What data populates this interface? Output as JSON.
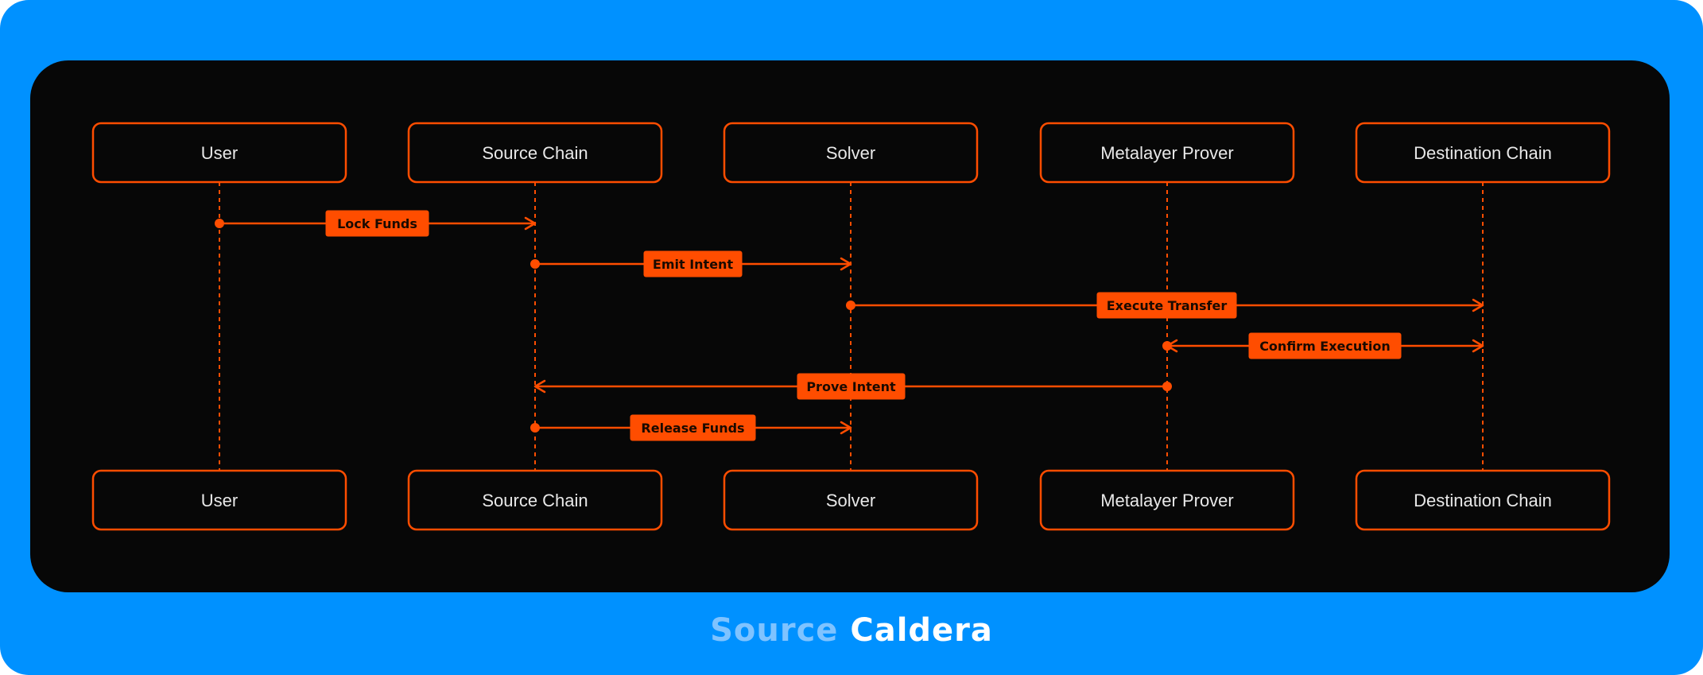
{
  "colors": {
    "background": "#0091ff",
    "panel": "#070707",
    "accent": "#ff4d00",
    "participant_text": "#e8e8e8",
    "label_text": "#1a0a00"
  },
  "participants": [
    {
      "id": "user",
      "label": "User"
    },
    {
      "id": "source",
      "label": "Source Chain"
    },
    {
      "id": "solver",
      "label": "Solver"
    },
    {
      "id": "prover",
      "label": "Metalayer Prover"
    },
    {
      "id": "dest",
      "label": "Destination Chain"
    }
  ],
  "messages": [
    {
      "from": "user",
      "to": "source",
      "label": "Lock Funds",
      "bidirectional": false
    },
    {
      "from": "source",
      "to": "solver",
      "label": "Emit Intent",
      "bidirectional": false
    },
    {
      "from": "solver",
      "to": "dest",
      "label": "Execute Transfer",
      "bidirectional": false
    },
    {
      "from": "prover",
      "to": "dest",
      "label": "Confirm Execution",
      "bidirectional": true
    },
    {
      "from": "prover",
      "to": "source",
      "label": "Prove Intent",
      "bidirectional": false
    },
    {
      "from": "source",
      "to": "solver",
      "label": "Release Funds",
      "bidirectional": false
    }
  ],
  "caption": {
    "source": "Source",
    "brand": "Caldera"
  }
}
